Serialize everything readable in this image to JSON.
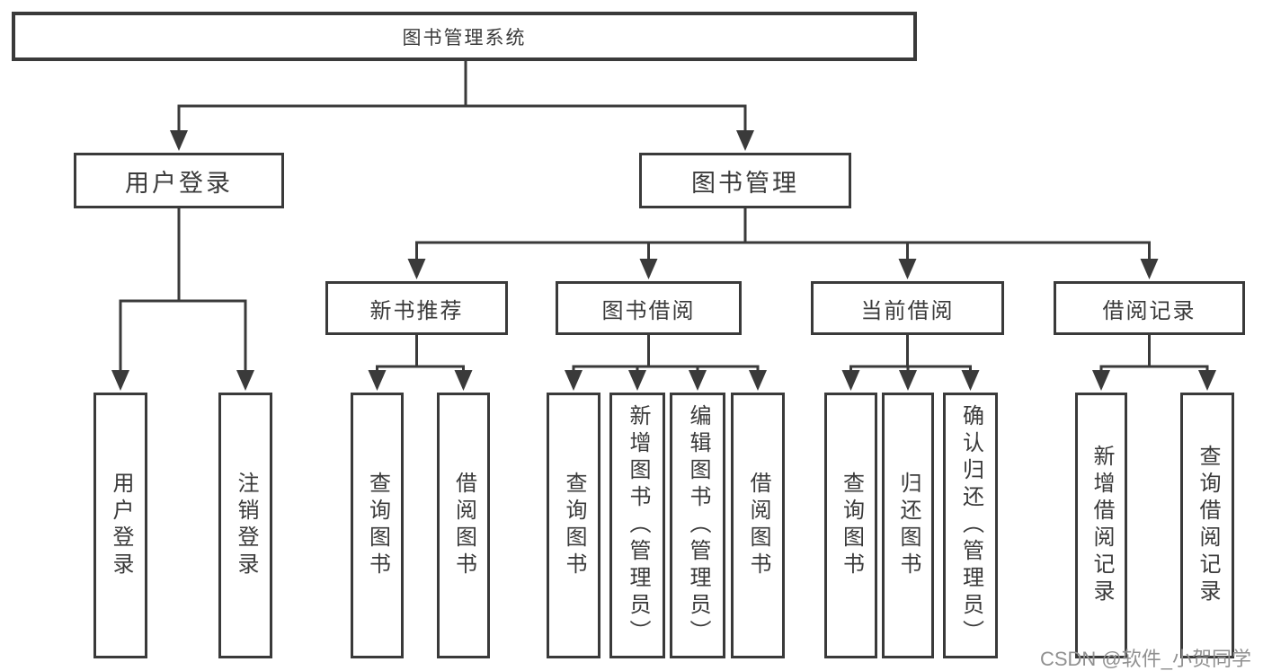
{
  "tree": {
    "label": "图书管理系统",
    "children": [
      {
        "label": "用户登录",
        "children": [
          {
            "label": "用户登录"
          },
          {
            "label": "注销登录"
          }
        ]
      },
      {
        "label": "图书管理",
        "children": [
          {
            "label": "新书推荐",
            "children": [
              {
                "label": "查询图书"
              },
              {
                "label": "借阅图书"
              }
            ]
          },
          {
            "label": "图书借阅",
            "children": [
              {
                "label": "查询图书"
              },
              {
                "label": "新增图书（管理员）"
              },
              {
                "label": "编辑图书（管理员）"
              },
              {
                "label": "借阅图书"
              }
            ]
          },
          {
            "label": "当前借阅",
            "children": [
              {
                "label": "查询图书"
              },
              {
                "label": "归还图书"
              },
              {
                "label": "确认归还（管理员）"
              }
            ]
          },
          {
            "label": "借阅记录",
            "children": [
              {
                "label": "新增借阅记录"
              },
              {
                "label": "查询借阅记录"
              }
            ]
          }
        ]
      }
    ]
  },
  "watermark": "CSDN @软件_小贺同学",
  "colors": {
    "line": "#3a3a3a",
    "text": "#3a3a3a",
    "bg": "#ffffff",
    "watermark": "#909090"
  }
}
